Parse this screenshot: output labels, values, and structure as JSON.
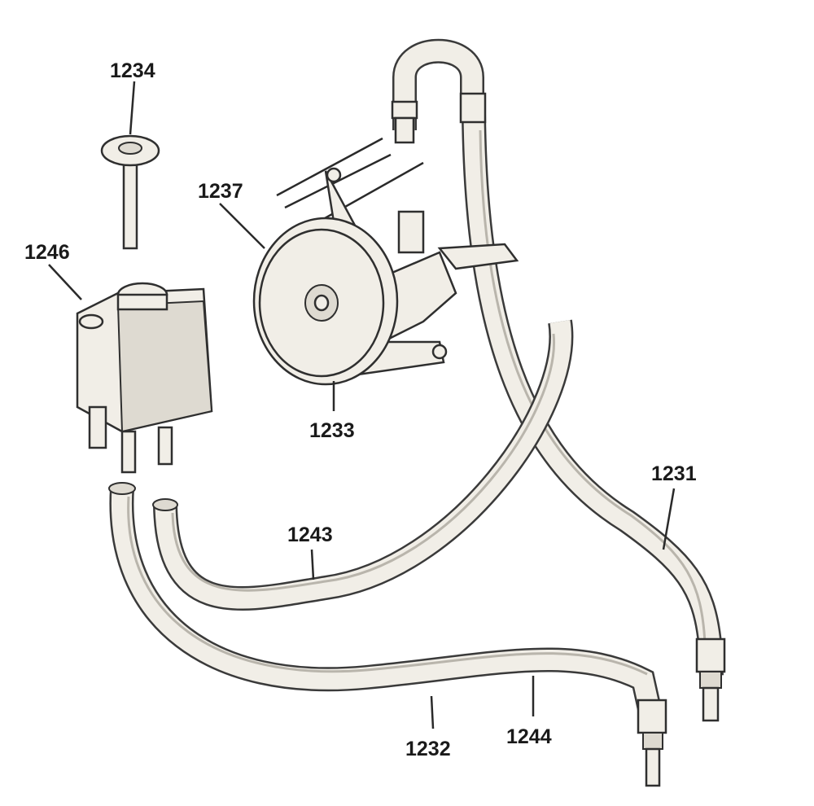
{
  "diagram": {
    "type": "exploded parts diagram - power steering pump, reservoir and hoses",
    "callouts": [
      {
        "id": "1234",
        "part": "reservoir-cap-dipstick"
      },
      {
        "id": "1237",
        "part": "pump-pulley"
      },
      {
        "id": "1246",
        "part": "reservoir"
      },
      {
        "id": "1233",
        "part": "pump-bracket"
      },
      {
        "id": "1231",
        "part": "pressure-hose"
      },
      {
        "id": "1243",
        "part": "supply-hose"
      },
      {
        "id": "1232",
        "part": "return-hose"
      },
      {
        "id": "1244",
        "part": "return-hose-fitting"
      }
    ]
  }
}
